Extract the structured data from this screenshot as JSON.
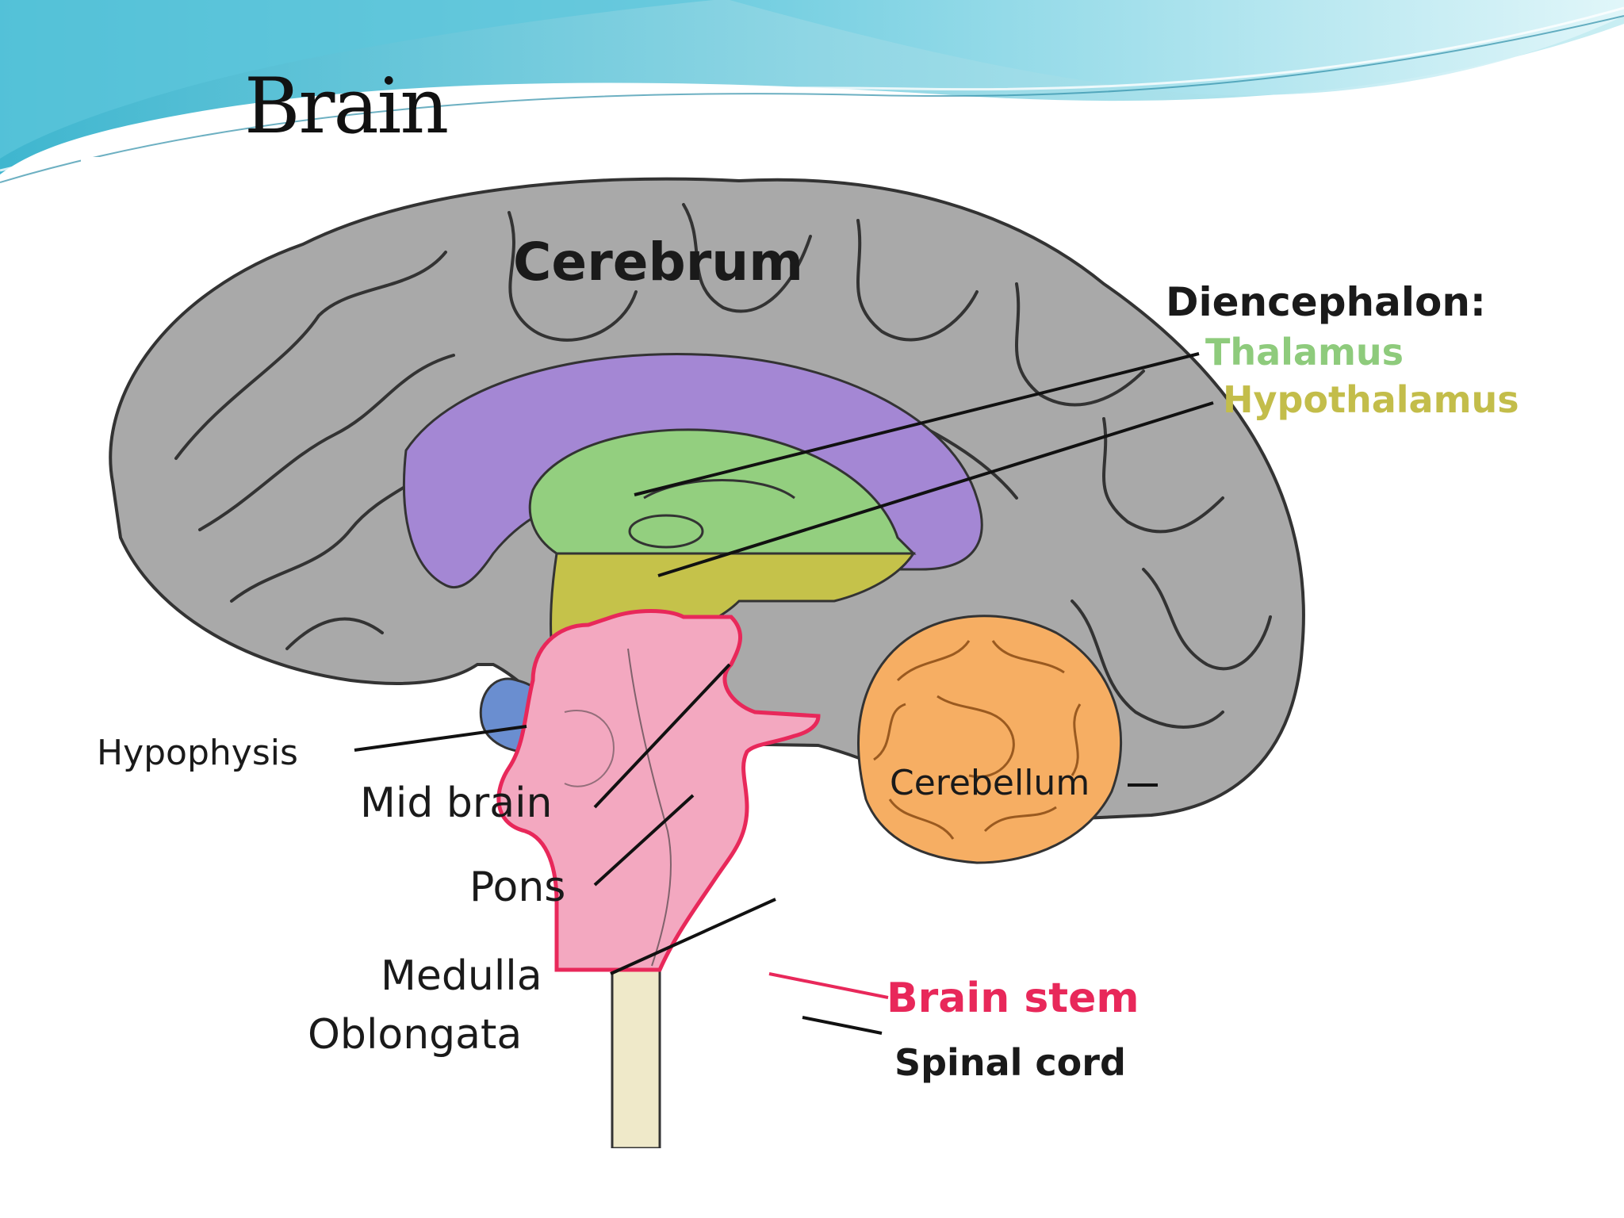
{
  "slide": {
    "title": "Brain",
    "accent_color": "#4fc3d9"
  },
  "diagram": {
    "labels": {
      "cerebrum": "Cerebrum",
      "diencephalon": "Diencephalon:",
      "thalamus": "Thalamus",
      "hypothalamus": "Hypothalamus",
      "hypophysis": "Hypophysis",
      "mid_brain": "Mid brain",
      "pons": "Pons",
      "medulla_line1": "Medulla",
      "medulla_line2": "Oblongata",
      "cerebellum": "Cerebellum",
      "brain_stem": "Brain stem",
      "spinal_cord": "Spinal cord"
    },
    "colors": {
      "cerebrum": "#a9a9a9",
      "corpus_callosum": "#a487d4",
      "thalamus": "#93cf7f",
      "thalamus_label": "#8ecb7c",
      "hypothalamus": "#c5c24a",
      "hypothalamus_label": "#c3bd4a",
      "hypophysis": "#6a8ed0",
      "brain_stem_fill": "#f3a8c0",
      "brain_stem_outline": "#e8285a",
      "cerebellum": "#f6ae63",
      "spinal_cord": "#efe9c9"
    }
  }
}
